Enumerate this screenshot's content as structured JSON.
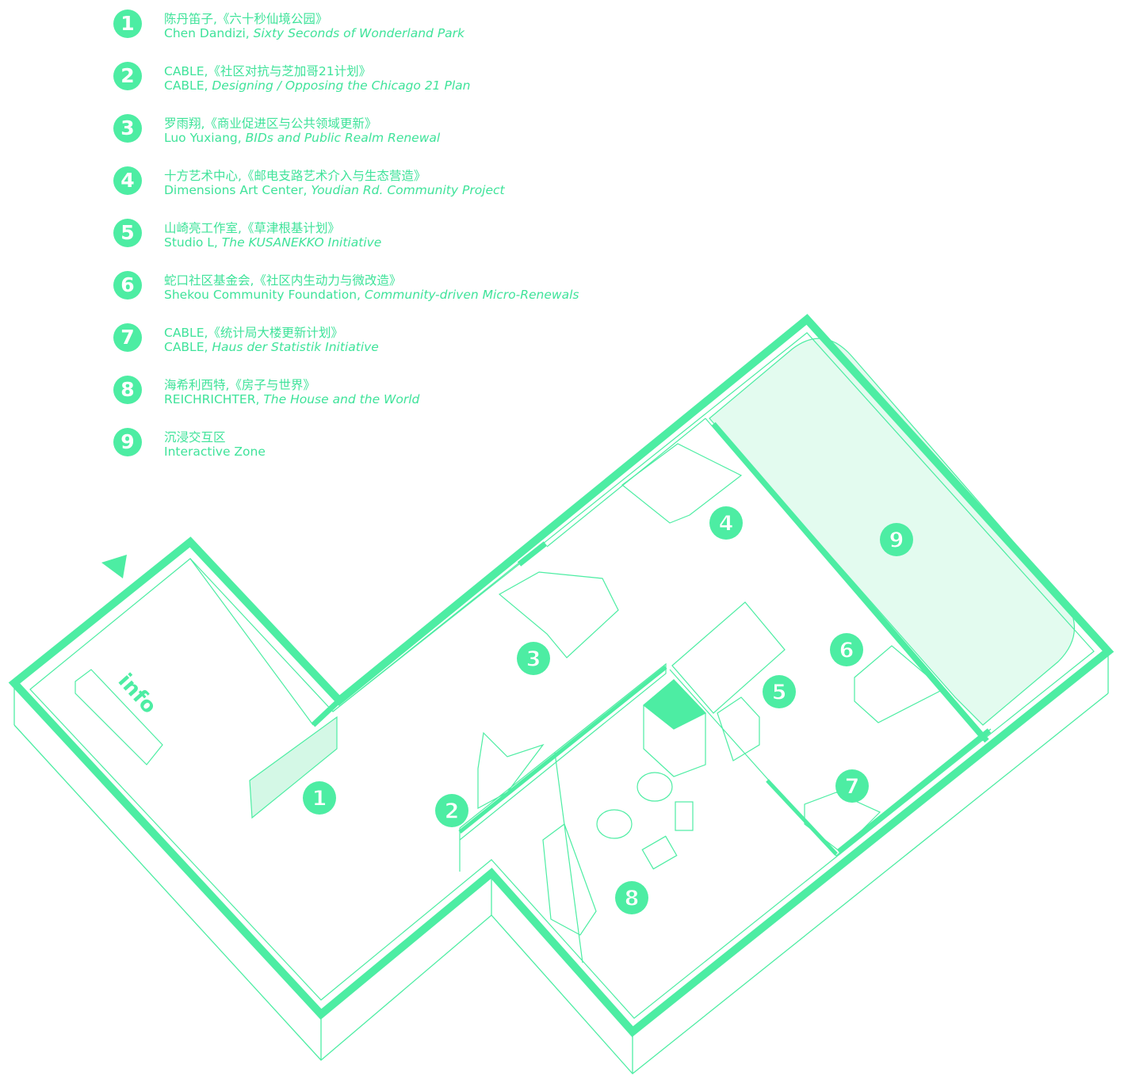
{
  "colors": {
    "accent": "#4DEDA3",
    "line": "#4DEDA3",
    "zone_fill": "#E3FBEF"
  },
  "legend": [
    {
      "num": "1",
      "zh": "陈丹笛子,《六十秒仙境公园》",
      "author": "Chen Dandizi, ",
      "title": "Sixty Seconds of Wonderland Park"
    },
    {
      "num": "2",
      "zh": "CABLE,《社区对抗与芝加哥21计划》",
      "author": "CABLE, ",
      "title": "Designing / Opposing the Chicago 21 Plan"
    },
    {
      "num": "3",
      "zh": "罗雨翔,《商业促进区与公共领域更新》",
      "author": "Luo Yuxiang, ",
      "title": "BIDs and Public Realm Renewal"
    },
    {
      "num": "4",
      "zh": "十方艺术中心,《邮电支路艺术介入与生态营造》",
      "author": "Dimensions Art Center, ",
      "title": "Youdian Rd. Community Project"
    },
    {
      "num": "5",
      "zh": "山崎亮工作室,《草津根基计划》",
      "author": "Studio L, ",
      "title": "The KUSANEKKO Initiative"
    },
    {
      "num": "6",
      "zh": "蛇口社区基金会,《社区内生动力与微改造》",
      "author": "Shekou Community Foundation, ",
      "title": "Community-driven Micro-Renewals"
    },
    {
      "num": "7",
      "zh": "CABLE,《统计局大楼更新计划》",
      "author": "CABLE, ",
      "title": "Haus der Statistik Initiative"
    },
    {
      "num": "8",
      "zh": "海希利西特,《房子与世界》",
      "author": "REICHRICHTER, ",
      "title": "The House and the World"
    },
    {
      "num": "9",
      "zh": "沉浸交互区",
      "author": "Interactive Zone",
      "title": ""
    }
  ],
  "plan": {
    "info_label": "info",
    "markers": [
      "1",
      "2",
      "3",
      "4",
      "5",
      "6",
      "7",
      "8",
      "9"
    ]
  }
}
